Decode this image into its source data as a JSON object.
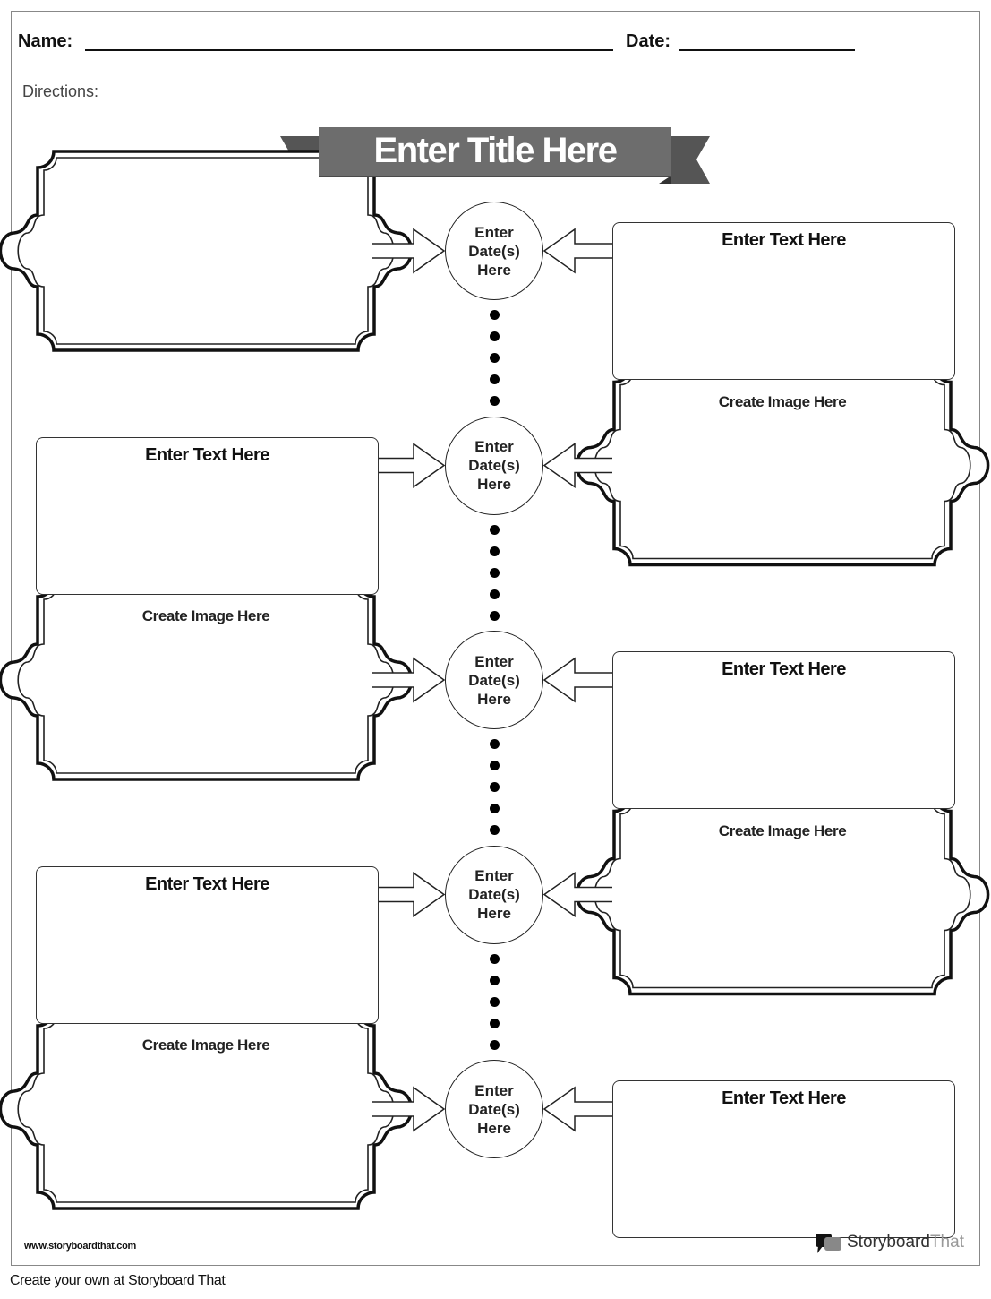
{
  "header": {
    "name_label": "Name:",
    "date_label": "Date:",
    "directions_label": "Directions:"
  },
  "title": "Enter Title Here",
  "rows": [
    {
      "left": {
        "type": "image",
        "label": ""
      },
      "right": {
        "type": "text",
        "label": "Enter Text Here"
      },
      "date": "Enter Date(s) Here"
    },
    {
      "left": {
        "type": "text",
        "label": "Enter Text Here"
      },
      "right": {
        "type": "image",
        "label": "Create Image Here"
      },
      "date": "Enter Date(s) Here"
    },
    {
      "left": {
        "type": "image",
        "label": "Create Image Here"
      },
      "right": {
        "type": "text",
        "label": "Enter Text Here"
      },
      "date": "Enter Date(s) Here"
    },
    {
      "left": {
        "type": "text",
        "label": "Enter Text Here"
      },
      "right": {
        "type": "image",
        "label": "Create Image Here"
      },
      "date": "Enter Date(s) Here"
    },
    {
      "left": {
        "type": "image",
        "label": "Create Image Here"
      },
      "right": {
        "type": "text",
        "label": "Enter Text Here"
      },
      "date": "Enter Date(s) Here"
    }
  ],
  "footer": {
    "website": "www.storyboardthat.com",
    "brand_main": "Storyboard",
    "brand_accent": "That",
    "create_link": "Create your own at Storyboard That"
  },
  "colors": {
    "banner": "#6d6d6d",
    "banner_tail": "#555555",
    "ink": "#111111"
  }
}
